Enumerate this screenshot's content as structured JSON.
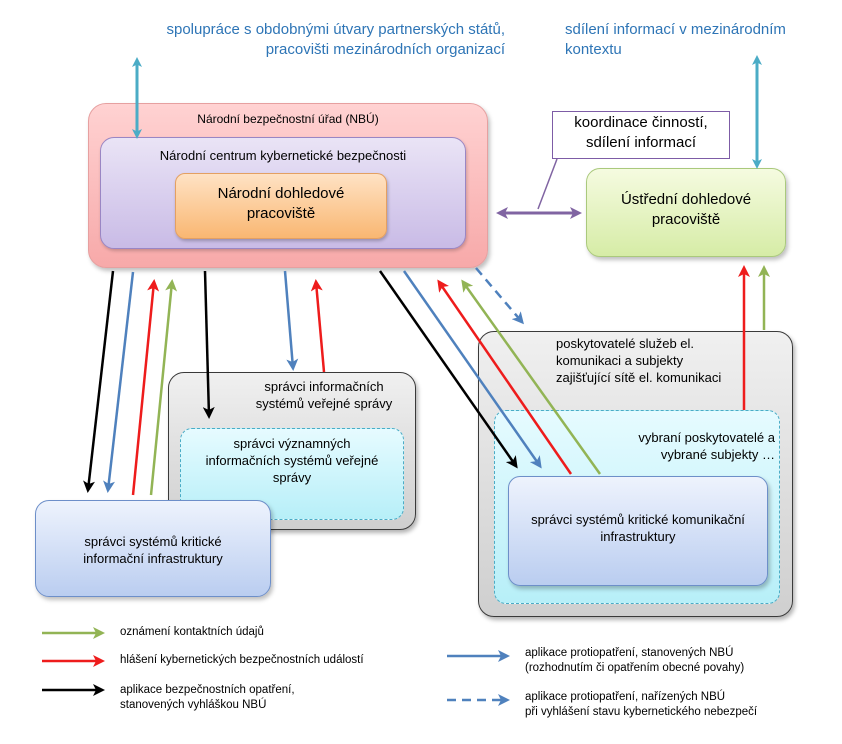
{
  "top_left_text": [
    "spolupráce s obdobnými útvary partnerských států,",
    "pracovišti mezinárodních  organizací"
  ],
  "top_right_text": [
    "sdílení informací  v mezinárodním",
    "kontextu"
  ],
  "nbu": {
    "title": "Národní bezpečnostní úřad (NBÚ)",
    "nckb": "Národní  centrum kybernetické  bezpečnosti",
    "ndp": [
      "Národní dohledové",
      "pracoviště"
    ]
  },
  "coordination": [
    "koordinace činností,",
    "sdílení informací"
  ],
  "udp": [
    "Ústřední dohledové",
    "pracoviště"
  ],
  "isvs": {
    "outer": [
      "správci informačních",
      "systémů veřejné správy"
    ],
    "inner": [
      "správci významných",
      "informačních systémů veřejné",
      "správy"
    ]
  },
  "kii": [
    "správci systémů kritické",
    "informační infrastruktury"
  ],
  "providers": {
    "outer": [
      "poskytovatelé služeb el.",
      "komunikaci a subjekty",
      "zajišťující sítě el. komunikaci"
    ],
    "selected": [
      "vybraní poskytovatelé a",
      "vybrané subjekty …"
    ],
    "kki": [
      "správci systémů kritické komunikační",
      "infrastruktury"
    ]
  },
  "legend": [
    {
      "color": "#92b455",
      "style": "solid",
      "text": [
        "oznámení kontaktních údajů"
      ]
    },
    {
      "color": "#ee1c1c",
      "style": "solid",
      "text": [
        "hlášení kybernetických bezpečnostních událostí"
      ]
    },
    {
      "color": "#000000",
      "style": "solid",
      "text": [
        "aplikace bezpečnostních opatření,",
        "stanovených vyhláškou NBÚ"
      ]
    },
    {
      "color": "#4f81bd",
      "style": "solid",
      "text": [
        "aplikace protiopatření, stanovených NBÚ",
        "(rozhodnutím či opatřením obecné povahy)"
      ]
    },
    {
      "color": "#4f81bd",
      "style": "dashed",
      "text": [
        "aplikace protiopatření, nařízených NBÚ",
        "při vyhlášení stavu kybernetického nebezpečí"
      ]
    }
  ],
  "colors": {
    "cyan_arrow": "#4bacc6",
    "purple_arrow": "#8064a2",
    "blue_arrow": "#4f81bd",
    "red_arrow": "#ee1c1c",
    "green_arrow": "#92b455",
    "black_arrow": "#000000",
    "top_text": "#2e75b6"
  }
}
